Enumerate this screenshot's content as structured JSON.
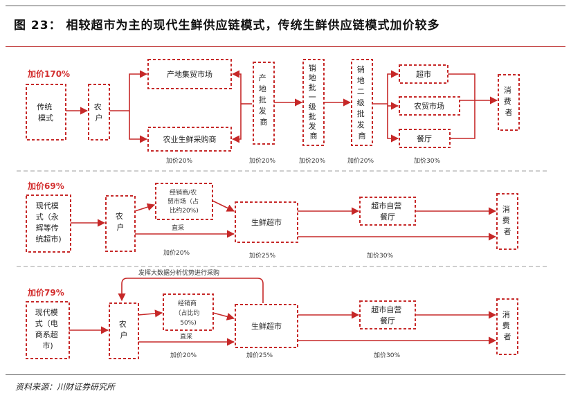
{
  "header": {
    "title": "图 23： 相较超市为主的现代生鲜供应链模式，传统生鲜供应链模式加价较多"
  },
  "rows": {
    "traditional": {
      "markup": "加价170%",
      "model": [
        "传统",
        "模式"
      ],
      "farmer": [
        "农",
        "户"
      ],
      "origin_market": "产地集贸市场",
      "agri_purchaser": "农业生鲜采购商",
      "origin_wholesale": [
        "产",
        "地",
        "批",
        "发",
        "商"
      ],
      "primary_wholesale": [
        "销",
        "地",
        "批",
        "一",
        "级",
        "批",
        "发",
        "商"
      ],
      "secondary_wholesale": [
        "销",
        "地",
        "二",
        "级",
        "批",
        "发",
        "商"
      ],
      "supermarket": "超市",
      "farm_market": "农贸市场",
      "restaurant": "餐厅",
      "consumer": [
        "消",
        "费",
        "者"
      ],
      "markups": [
        "加价20%",
        "加价20%",
        "加价20%",
        "加价20%",
        "加价30%"
      ]
    },
    "yonghui": {
      "markup": "加价69%",
      "model": [
        "现代模",
        "式（永",
        "辉等传",
        "统超市)"
      ],
      "farmer": [
        "农",
        "户"
      ],
      "dealer": [
        "经销商/农",
        "贸市场（占",
        "比约20%)"
      ],
      "direct": "直采",
      "fresh_supermarket": "生鲜超市",
      "own_restaurant": [
        "超市自营",
        "餐厅"
      ],
      "consumer": [
        "消",
        "费",
        "者"
      ],
      "markups": [
        "加价20%",
        "加价25%",
        "加价30%"
      ]
    },
    "ecommerce": {
      "markup": "加价79%",
      "model": [
        "现代模",
        "式（电",
        "商系超",
        "市)"
      ],
      "farmer": [
        "农",
        "户"
      ],
      "dealer": [
        "经销商",
        "（占比约",
        "50%)"
      ],
      "direct": "直采",
      "fresh_supermarket": "生鲜超市",
      "own_restaurant": [
        "超市自营",
        "餐厅"
      ],
      "consumer": [
        "消",
        "费",
        "者"
      ],
      "bigdata_note": "发挥大数据分析优势进行采购",
      "markups": [
        "加价20%",
        "加价25%",
        "加价30%"
      ]
    }
  },
  "footer": {
    "source": "资料来源：川财证券研究所"
  }
}
